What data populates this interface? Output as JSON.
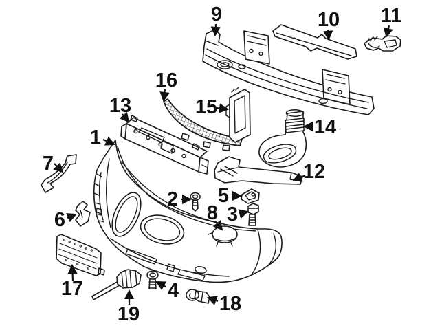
{
  "colors": {
    "line": "#1b1b1b",
    "background": "#ffffff",
    "label": "#111111"
  },
  "callouts": [
    {
      "number": "1",
      "part": "bumper-cover"
    },
    {
      "number": "2",
      "part": "screw"
    },
    {
      "number": "3",
      "part": "bolt"
    },
    {
      "number": "4",
      "part": "screw"
    },
    {
      "number": "5",
      "part": "clip-nut"
    },
    {
      "number": "6",
      "part": "bracket"
    },
    {
      "number": "7",
      "part": "corner-trim-strip"
    },
    {
      "number": "8",
      "part": "washer-cover"
    },
    {
      "number": "9",
      "part": "impact-bar"
    },
    {
      "number": "10",
      "part": "upper-trim-strip"
    },
    {
      "number": "11",
      "part": "side-bracket"
    },
    {
      "number": "12",
      "part": "lower-deflector"
    },
    {
      "number": "13",
      "part": "energy-absorber"
    },
    {
      "number": "14",
      "part": "brake-air-duct"
    },
    {
      "number": "15",
      "part": "side-support"
    },
    {
      "number": "16",
      "part": "center-grille-mesh"
    },
    {
      "number": "17",
      "part": "license-plate-bracket"
    },
    {
      "number": "18",
      "part": "park-sensor"
    },
    {
      "number": "19",
      "part": "temperature-sensor"
    }
  ]
}
